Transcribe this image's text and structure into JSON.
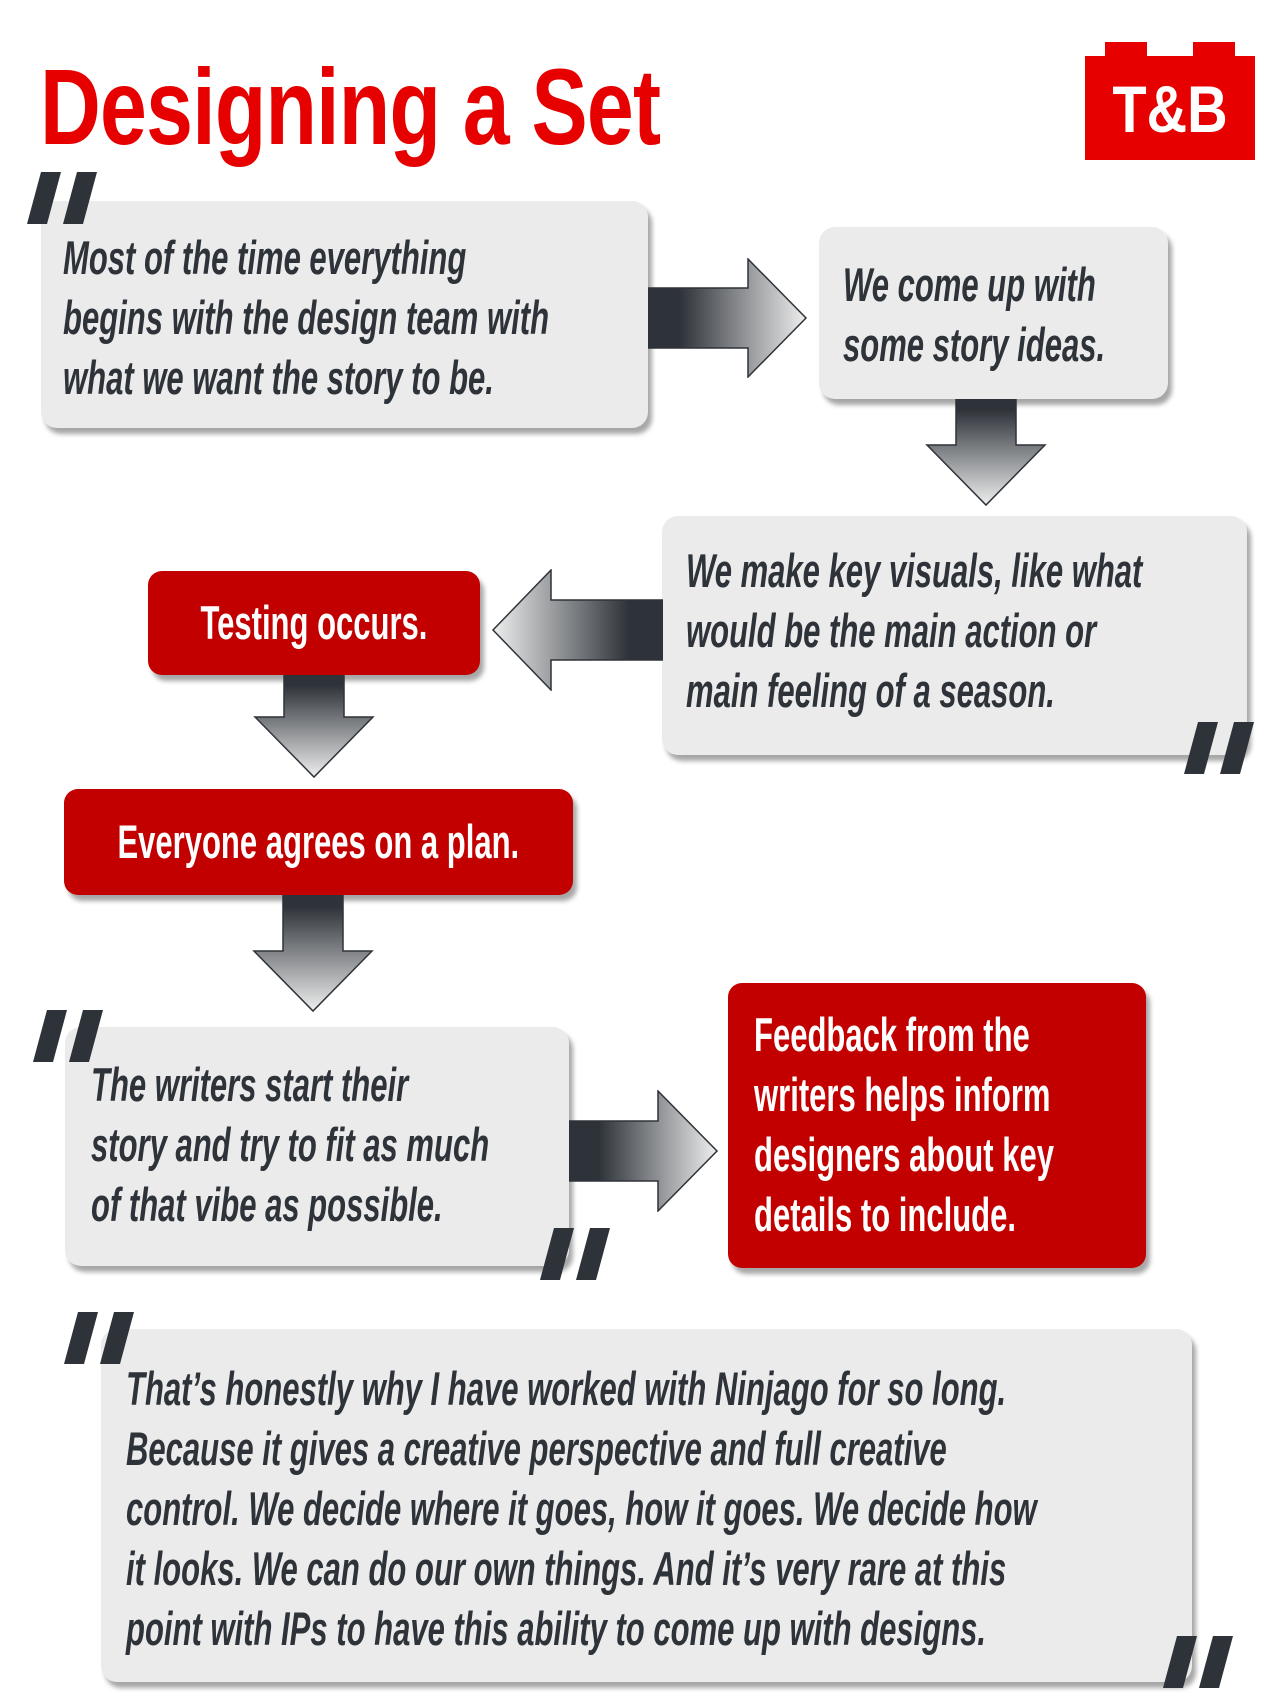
{
  "header": {
    "title": "Designing a Set",
    "logo_text": "T&B",
    "brand_color": "#e60000"
  },
  "colors": {
    "box_gray": "#ebebeb",
    "box_red": "#c20000",
    "text_dark": "#2e3339"
  },
  "steps": {
    "step1": {
      "lines": [
        "Most of the time everything",
        "begins with the design team with",
        "what we want the story to be."
      ]
    },
    "step2": {
      "lines": [
        "We come up with",
        "some story ideas."
      ]
    },
    "step3": {
      "lines": [
        "We make key visuals, like what",
        "would be the main action or",
        "main feeling of a season."
      ]
    },
    "step4": {
      "lines": [
        "Testing occurs."
      ]
    },
    "step5": {
      "lines": [
        "Everyone agrees on a plan."
      ]
    },
    "step6": {
      "lines": [
        "The writers start their",
        "story and try to fit as much",
        "of that vibe as possible."
      ]
    },
    "step7": {
      "lines": [
        "Feedback from the",
        "writers helps inform",
        "designers about key",
        "details to include."
      ]
    }
  },
  "closing_quote": {
    "lines": [
      "That’s honestly why I have worked with Ninjago for so long.",
      "Because it gives a creative perspective and full creative",
      "control. We decide where it goes, how it goes. We decide how",
      "it looks. We can do our own things. And it’s very rare at this",
      "point with IPs to have this ability to come up with designs."
    ]
  },
  "icons": {
    "quote": "quote-mark-icon",
    "arrow": "gradient-arrow-icon",
    "logo": "brick-logo-icon"
  }
}
